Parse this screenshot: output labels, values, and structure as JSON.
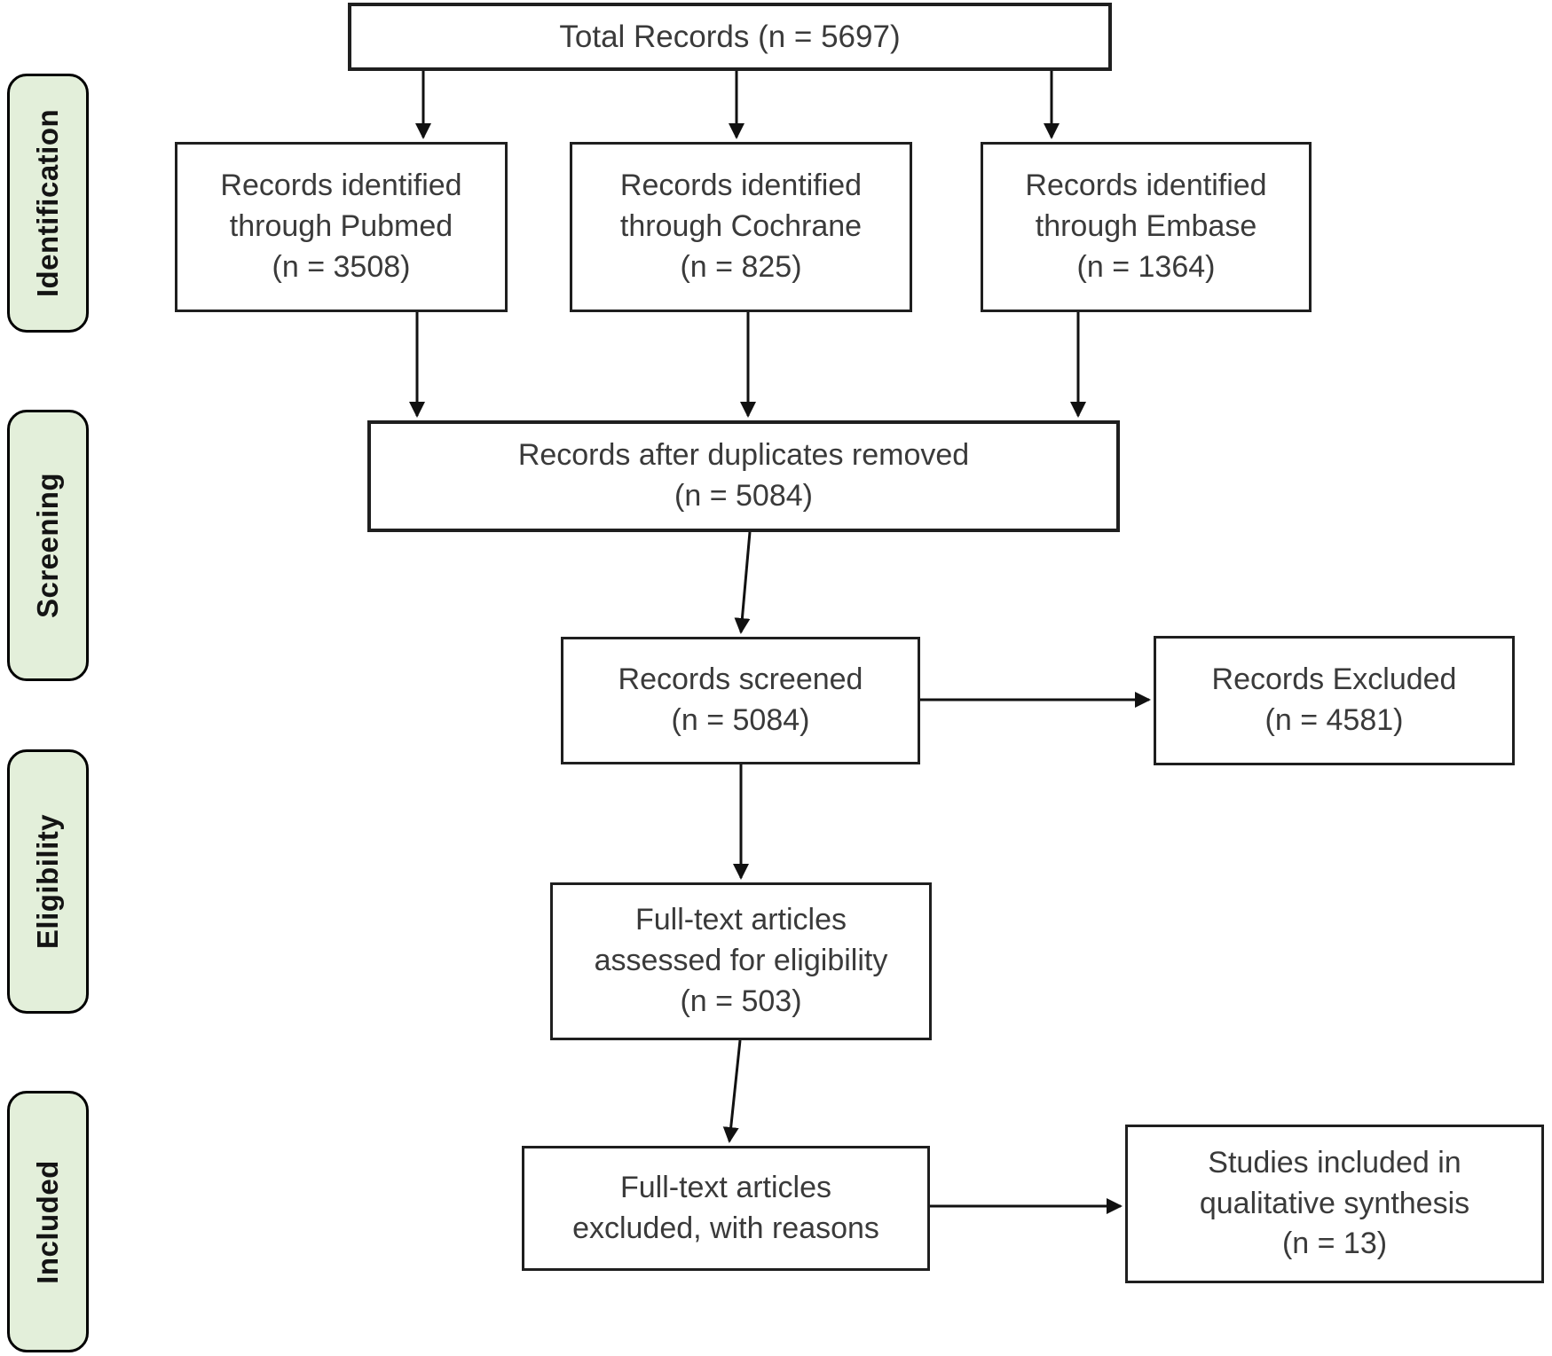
{
  "sidebar": {
    "stages": [
      {
        "id": "identification",
        "label": "Identification"
      },
      {
        "id": "screening",
        "label": "Screening"
      },
      {
        "id": "eligibility",
        "label": "Eligibility"
      },
      {
        "id": "included",
        "label": "Included"
      }
    ]
  },
  "boxes": {
    "total": {
      "lines": [
        "Total Records (n = 5697)"
      ]
    },
    "pubmed": {
      "lines": [
        "Records identified",
        "through Pubmed",
        "(n = 3508)"
      ]
    },
    "cochrane": {
      "lines": [
        "Records identified",
        "through Cochrane",
        "(n = 825)"
      ]
    },
    "embase": {
      "lines": [
        "Records identified",
        "through Embase",
        "(n = 1364)"
      ]
    },
    "duplicates": {
      "lines": [
        "Records after duplicates removed",
        "(n = 5084)"
      ]
    },
    "screened": {
      "lines": [
        "Records screened",
        "(n = 5084)"
      ]
    },
    "records_excluded": {
      "lines": [
        "Records Excluded",
        "(n = 4581)"
      ]
    },
    "assessed": {
      "lines": [
        "Full-text articles",
        "assessed for eligibility",
        "(n = 503)"
      ]
    },
    "fulltext_excluded": {
      "lines": [
        "Full-text articles",
        "excluded, with reasons"
      ]
    },
    "qualitative": {
      "lines": [
        "Studies included in",
        "qualitative synthesis",
        "(n = 13)"
      ]
    }
  },
  "colors": {
    "stage_fill": "#e3efda",
    "stage_border": "#000000",
    "box_border": "#1f1f1f",
    "box_text": "#3a3a3a",
    "arrow": "#111111"
  }
}
